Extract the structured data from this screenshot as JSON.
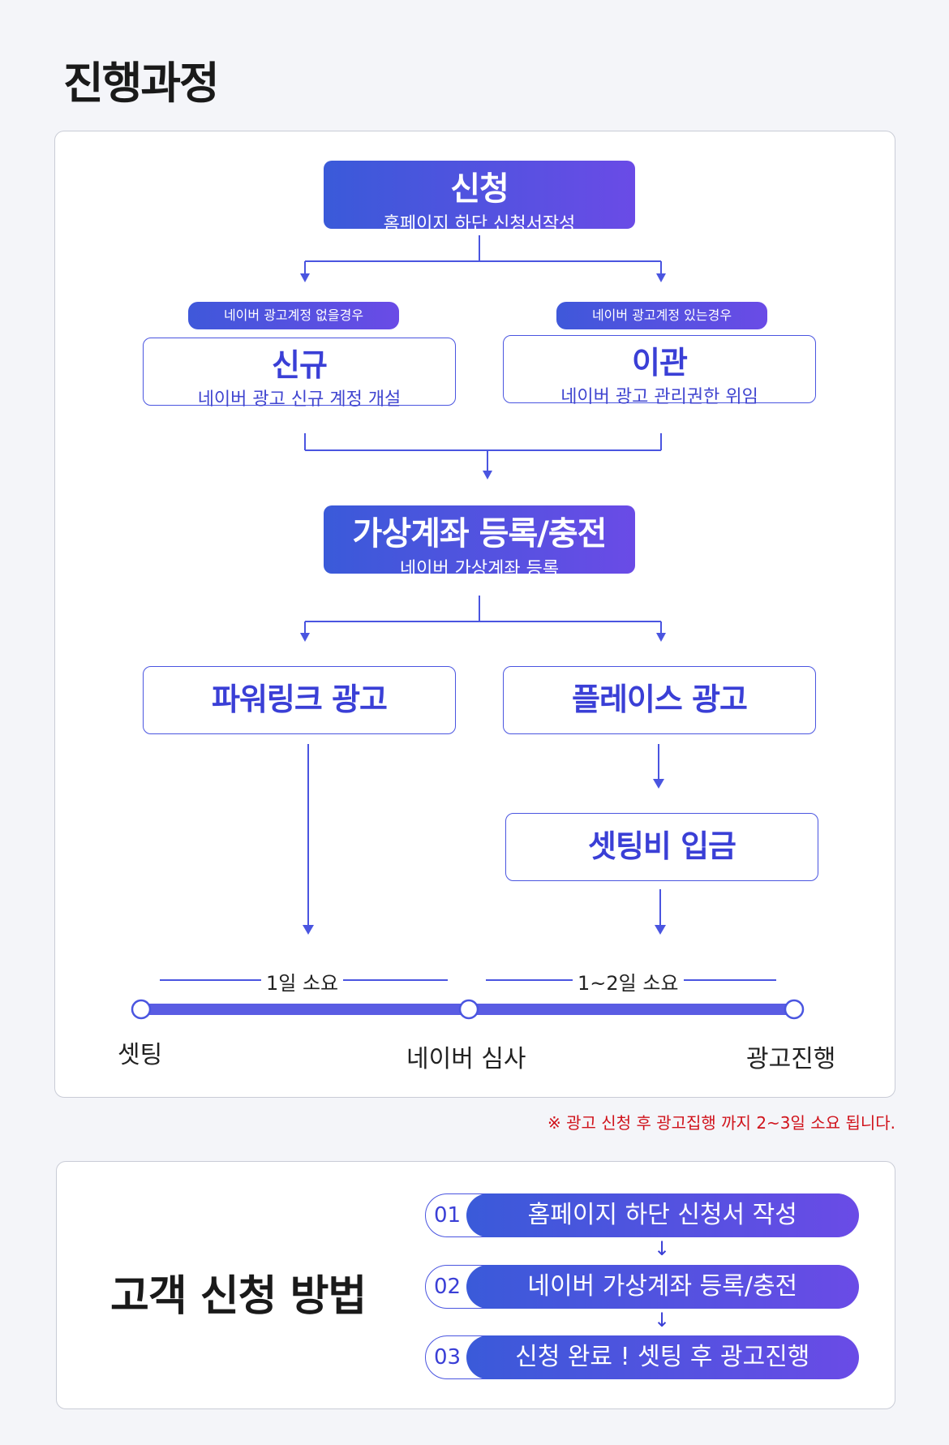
{
  "page_title": "진행과정",
  "flow": {
    "apply": {
      "main": "신청",
      "sub": "홈페이지 하단 신청서작성"
    },
    "pill_left": "네이버 광고계정 없을경우",
    "pill_right": "네이버 광고계정 있는경우",
    "new_account": {
      "main": "신규",
      "sub": "네이버 광고 신규 계정 개설"
    },
    "transfer": {
      "main": "이관",
      "sub": "네이버 광고 관리권한 위임"
    },
    "virtual_account": {
      "main": "가상계좌 등록/충전",
      "sub": "네이버 가상계좌 등록"
    },
    "powerlink": "파워링크 광고",
    "place": "플레이스 광고",
    "setting_fee": "셋팅비 입금"
  },
  "timeline": {
    "label_1": "1일 소요",
    "label_2": "1~2일 소요",
    "stage_1": "셋팅",
    "stage_2": "네이버 심사",
    "stage_3": "광고진행"
  },
  "note": "※ 광고 신청 후 광고집행 까지 2~3일 소요 됩니다.",
  "method": {
    "title": "고객 신청 방법",
    "steps": [
      {
        "num": "01",
        "label": "홈페이지 하단 신청서 작성"
      },
      {
        "num": "02",
        "label": "네이버 가상계좌 등록/충전"
      },
      {
        "num": "03",
        "label": "신청 완료 ! 셋팅 후 광고진행"
      }
    ],
    "arrow": "↓"
  },
  "colors": {
    "accent": "#4a55e0",
    "gradient_start": "#3a5ad9",
    "gradient_end": "#6a4be6",
    "note": "#d0121b"
  }
}
